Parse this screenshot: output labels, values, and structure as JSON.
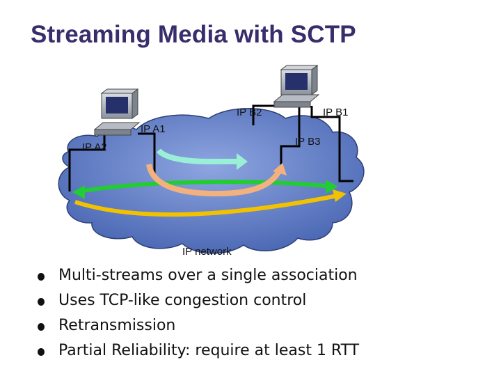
{
  "title": "Streaming Media with SCTP",
  "diagram": {
    "labels": {
      "ip_a1": "IP A1",
      "ip_a2": "IP A2",
      "ip_b1": "IP B1",
      "ip_b2": "IP B2",
      "ip_b3": "IP B3",
      "network": "IP network"
    },
    "colors": {
      "cloud": "#5f7cc4",
      "stream_green": "#22cc33",
      "stream_yellow": "#f2c200",
      "stream_teal": "#9af0d6",
      "stream_peach": "#f3b27d"
    }
  },
  "bullets": [
    "Multi-streams over a single association",
    "Uses TCP-like congestion control",
    "Retransmission",
    "Partial Reliability: require at least 1 RTT"
  ]
}
